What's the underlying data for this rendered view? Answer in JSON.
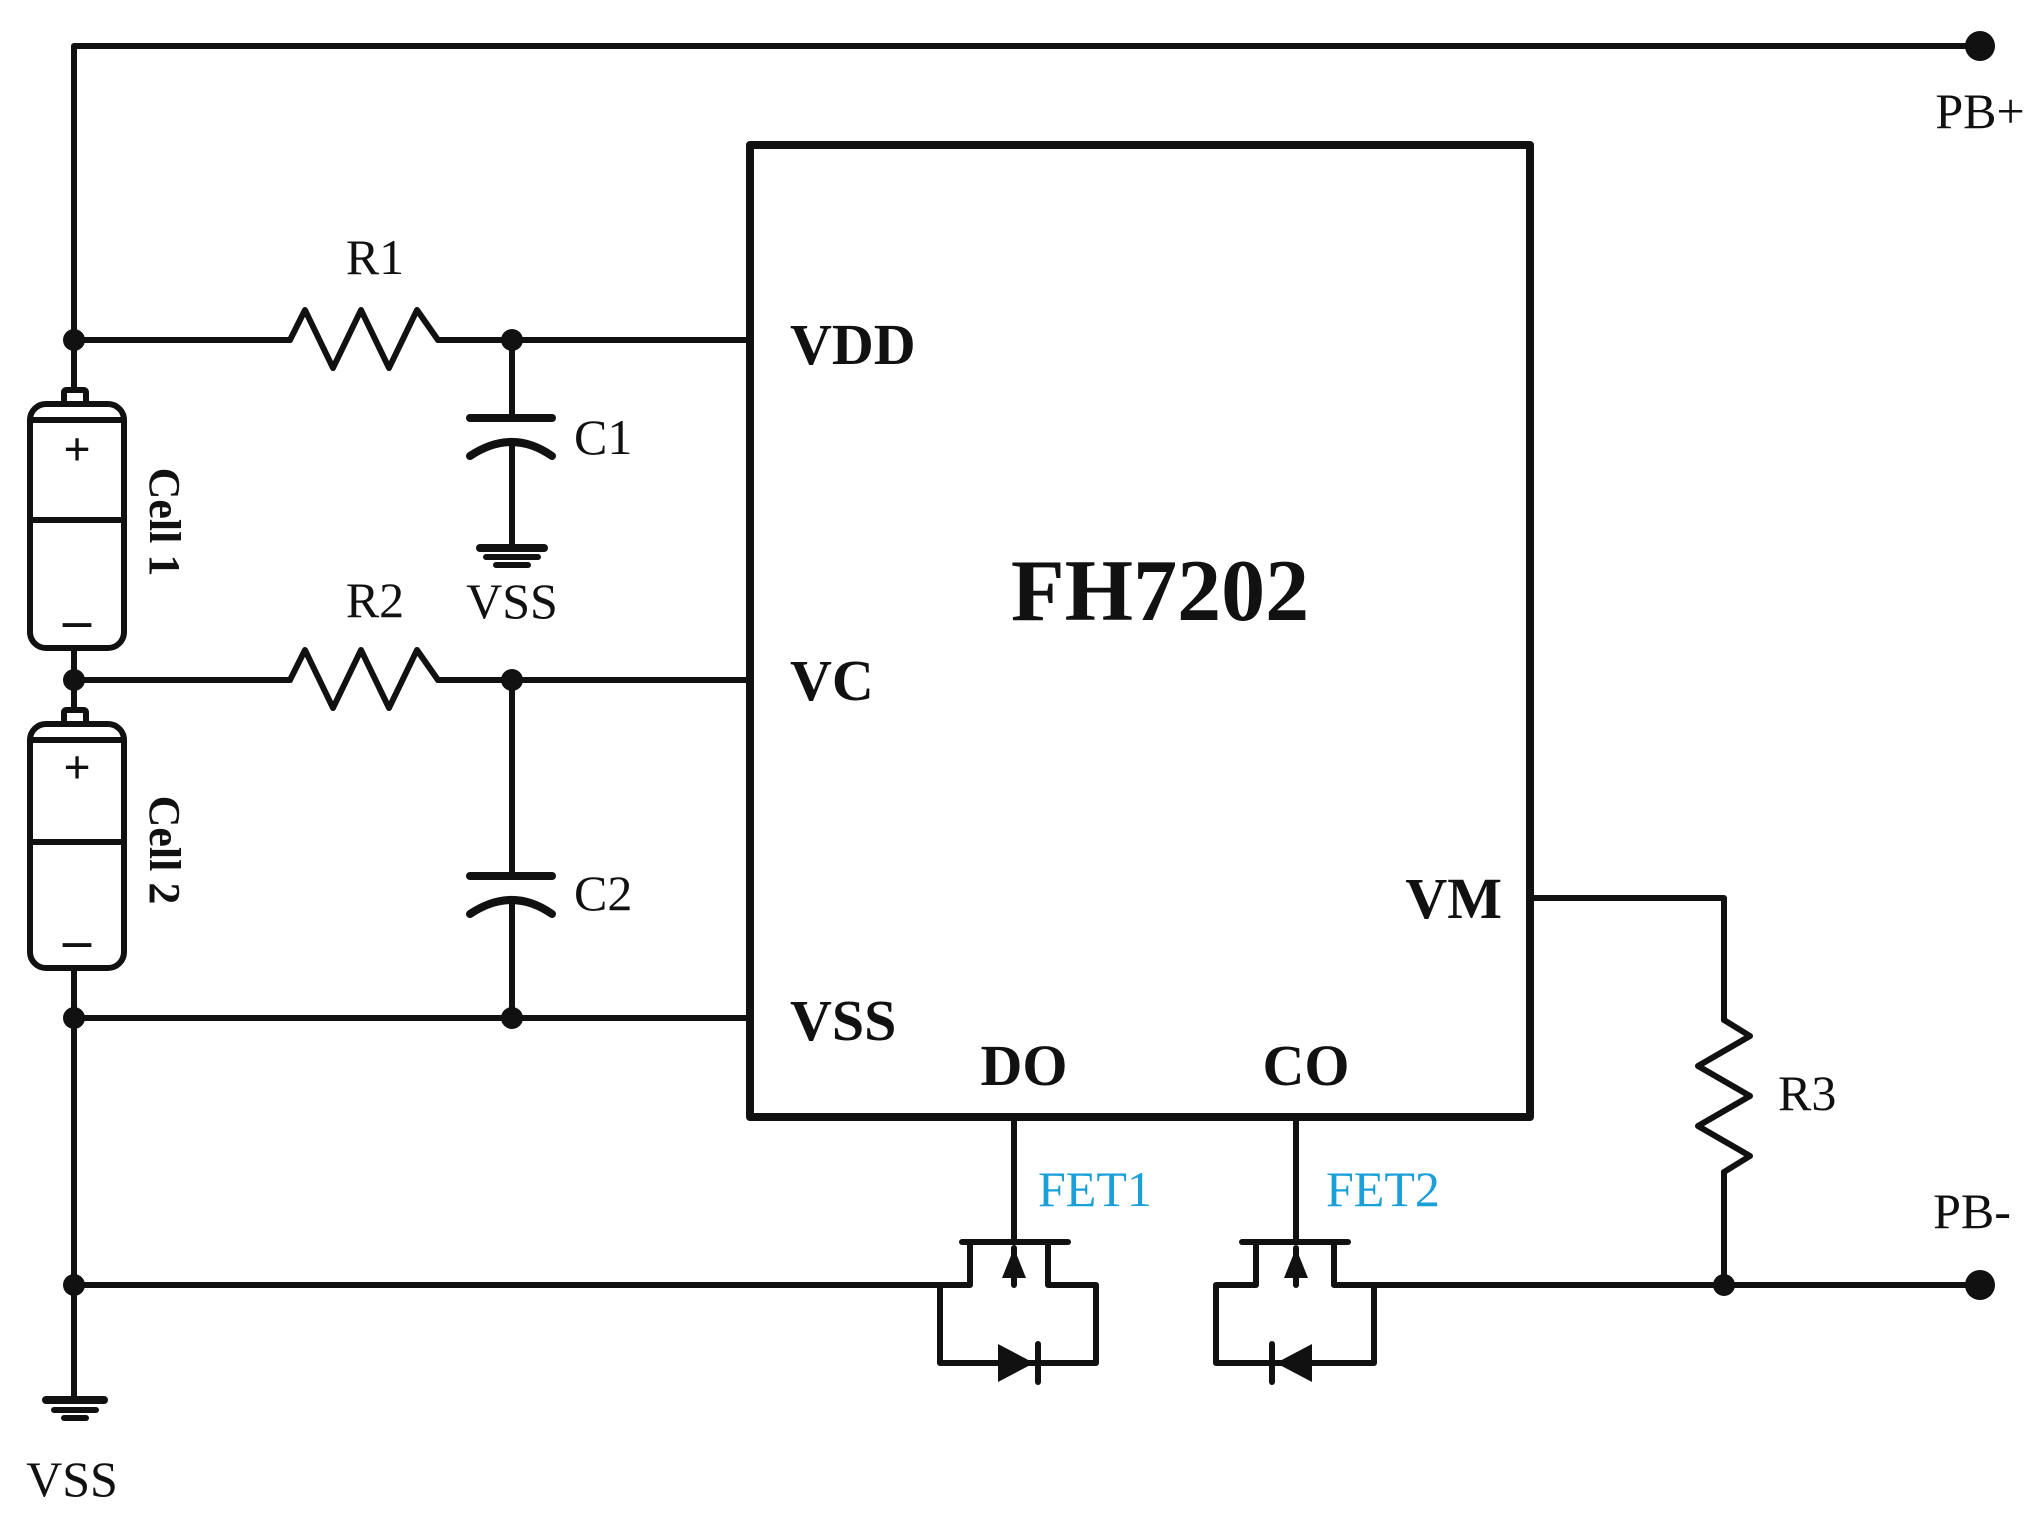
{
  "chip": {
    "name": "FH7202",
    "pins": {
      "vdd": "VDD",
      "vc": "VC",
      "vss": "VSS",
      "vm": "VM",
      "do": "DO",
      "co": "CO"
    }
  },
  "components": {
    "r1": "R1",
    "r2": "R2",
    "r3": "R3",
    "c1": "C1",
    "c2": "C2",
    "fet1": "FET1",
    "fet2": "FET2"
  },
  "cells": {
    "cell1": "Cell 1",
    "cell2": "Cell 2",
    "plus": "+",
    "minus": "–"
  },
  "terminals": {
    "pb_plus": "PB+",
    "pb_minus": "PB-"
  },
  "ground": {
    "vss_c1": "VSS",
    "vss_bottom": "VSS"
  },
  "colors": {
    "wire": "#111111",
    "fet_label": "#1a9fd9"
  }
}
